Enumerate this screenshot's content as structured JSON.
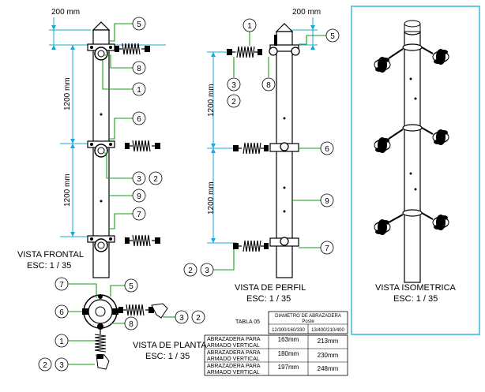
{
  "dimensions": {
    "top_spacing": "200 mm",
    "spacing_1": "1200 mm",
    "spacing_2": "1200 mm",
    "profile_top_spacing": "200 mm",
    "profile_spacing_1": "1200 mm",
    "profile_spacing_2": "1200 mm"
  },
  "views": {
    "frontal": {
      "title": "VISTA FRONTAL",
      "scale": "ESC: 1 / 35"
    },
    "profile": {
      "title": "VISTA DE PERFIL",
      "scale": "ESC: 1 / 35"
    },
    "plan": {
      "title": "VISTA DE PLANTA",
      "scale": "ESC: 1 / 35"
    },
    "isometric": {
      "title": "VISTA ISOMETRICA",
      "scale": "ESC: 1 / 35"
    }
  },
  "balloons": {
    "frontal": [
      "5",
      "8",
      "1",
      "6",
      "3",
      "2",
      "9",
      "7"
    ],
    "profile": [
      "1",
      "5",
      "3",
      "2",
      "8",
      "6",
      "9",
      "7",
      "2",
      "3"
    ],
    "plan": [
      "7",
      "5",
      "6",
      "3",
      "2",
      "8",
      "1",
      "2",
      "3"
    ]
  },
  "table": {
    "caption": "TABLA 05",
    "header": "DIAMETRO DE ABRAZADERA",
    "subheader": "Poste",
    "columns": [
      "12/300/160/330",
      "13/400/210/400"
    ],
    "rows": [
      {
        "label1": "ABRAZADERA PARA",
        "label2": "ARMADO VERTICAL",
        "v1": "163mm",
        "v2": "213mm"
      },
      {
        "label1": "ABRAZADERA PARA",
        "label2": "ARMADO VERTICAL",
        "v1": "180mm",
        "v2": "230mm"
      },
      {
        "label1": "ABRAZADERA PARA",
        "label2": "ARMADO VERTICAL",
        "v1": "197mm",
        "v2": "248mm"
      }
    ]
  },
  "colors": {
    "frame": "#1aa8d8",
    "leader": "#1a9a1a",
    "line": "#000000"
  }
}
